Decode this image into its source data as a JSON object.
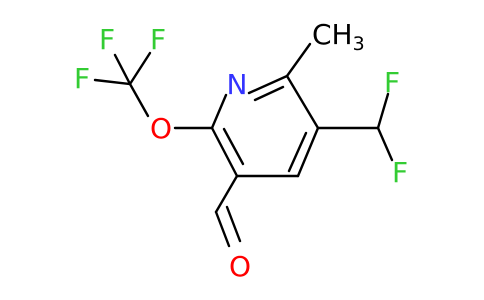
{
  "molecule": {
    "atom_labels": {
      "n_ring": "N",
      "o_ether": "O",
      "o_aldehyde": "O",
      "f_cf3_top_left": "F",
      "f_cf3_top_right": "F",
      "f_cf3_left": "F",
      "f_chf2_top": "F",
      "f_chf2_bottom": "F",
      "methyl_c": "CH",
      "methyl_sub": "3"
    },
    "colors": {
      "bond": "#000000",
      "nitrogen": "#3333ff",
      "oxygen": "#ff0000",
      "fluorine": "#33cc33",
      "carbon": "#000000"
    }
  }
}
